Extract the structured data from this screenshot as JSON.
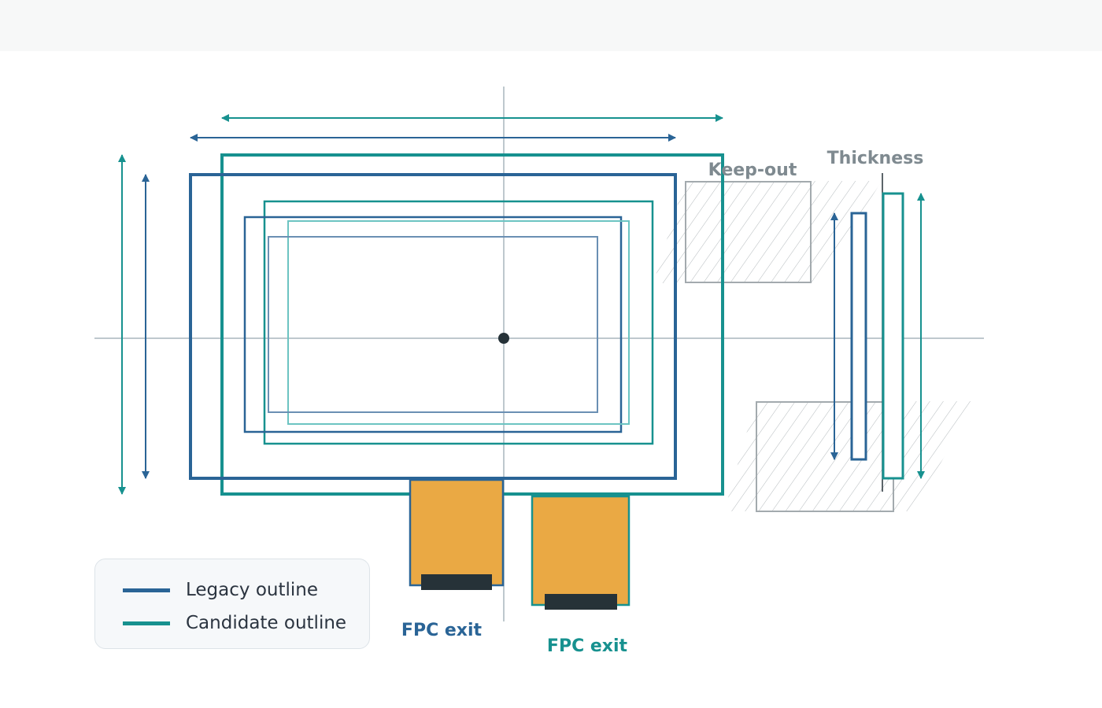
{
  "colors": {
    "legacy": "#2a6496",
    "candidate": "#17918f",
    "candidate_light": "#6cc4c2",
    "legacy_light": "#6a8fb3",
    "fpc_fill": "#eaa944",
    "connector": "#263238",
    "keepout": "#a3aaae",
    "crosshair": "#a9b6be",
    "label_grey": "#7f8a90"
  },
  "labels": {
    "keepout": "Keep-out",
    "thickness": "Thickness",
    "fpc_exit_legacy": "FPC exit",
    "fpc_exit_candidate": "FPC exit"
  },
  "legend": {
    "items": [
      {
        "label": "Legacy outline",
        "color": "#2a6496"
      },
      {
        "label": "Candidate outline",
        "color": "#17918f"
      }
    ]
  }
}
